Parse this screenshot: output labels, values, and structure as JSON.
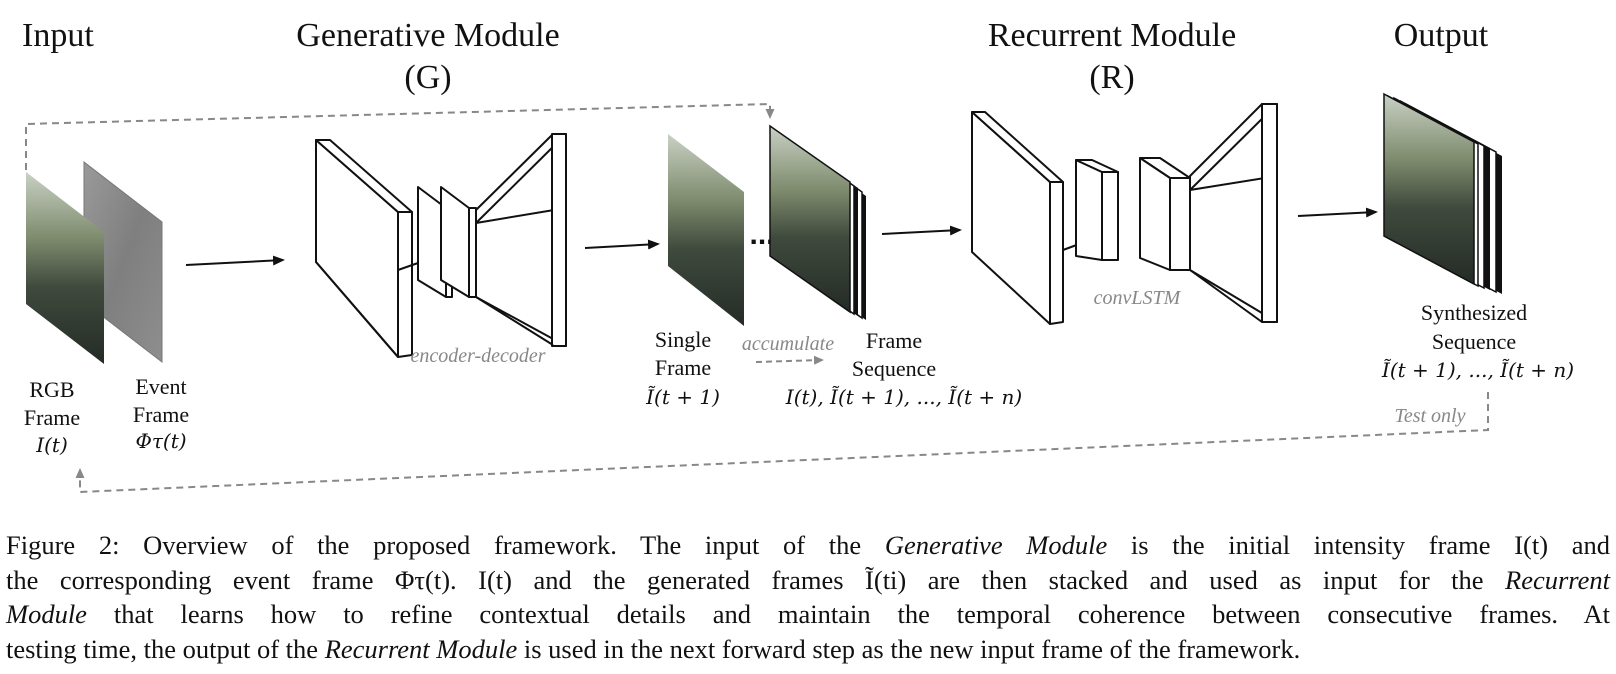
{
  "headers": {
    "input": "Input",
    "generative": "Generative Module",
    "generative_symbol": "(G)",
    "recurrent": "Recurrent Module",
    "recurrent_symbol": "(R)",
    "output": "Output"
  },
  "labels": {
    "rgb_frame_line1": "RGB",
    "rgb_frame_line2": "Frame",
    "rgb_frame_math": "I(t)",
    "event_frame_line1": "Event",
    "event_frame_line2": "Frame",
    "event_frame_math": "Φτ(t)",
    "encoder_decoder": "encoder-decoder",
    "single_frame_line1": "Single",
    "single_frame_line2": "Frame",
    "single_frame_math": "Ĩ(t + 1)",
    "accumulate": "accumulate",
    "frame_sequence_line1": "Frame",
    "frame_sequence_line2": "Sequence",
    "frame_sequence_math": "I(t), Ĩ(t + 1), ..., Ĩ(t + n)",
    "conv_lstm": "convLSTM",
    "synthesized_line1": "Synthesized",
    "synthesized_line2": "Sequence",
    "synthesized_math": "Ĩ(t + 1), ..., Ĩ(t + n)",
    "test_only": "Test only",
    "ellipsis": "..."
  },
  "caption": {
    "prefix": "Figure 2: Overview of the proposed framework. The input of the ",
    "gen_module": "Generative Module",
    "mid1": " is the initial intensity frame I(t) and",
    "line2": "the corresponding event frame Φτ(t). I(t) and the generated frames Ĩ(ti) are then stacked and used as input for the ",
    "rec1": "Recurrent",
    "rec2": "Module",
    "line3": " that learns how to refine contextual details and maintain the temporal coherence between consecutive frames. At",
    "line4a": "testing time, the output of the ",
    "rec3": "Recurrent Module",
    "line4b": " is used in the next forward step as the new input frame of the framework."
  },
  "colors": {
    "ink": "#111111",
    "grey_annotation": "#888888",
    "image_dark": "#2f3a30",
    "event_grey": "#8c8c8c"
  }
}
